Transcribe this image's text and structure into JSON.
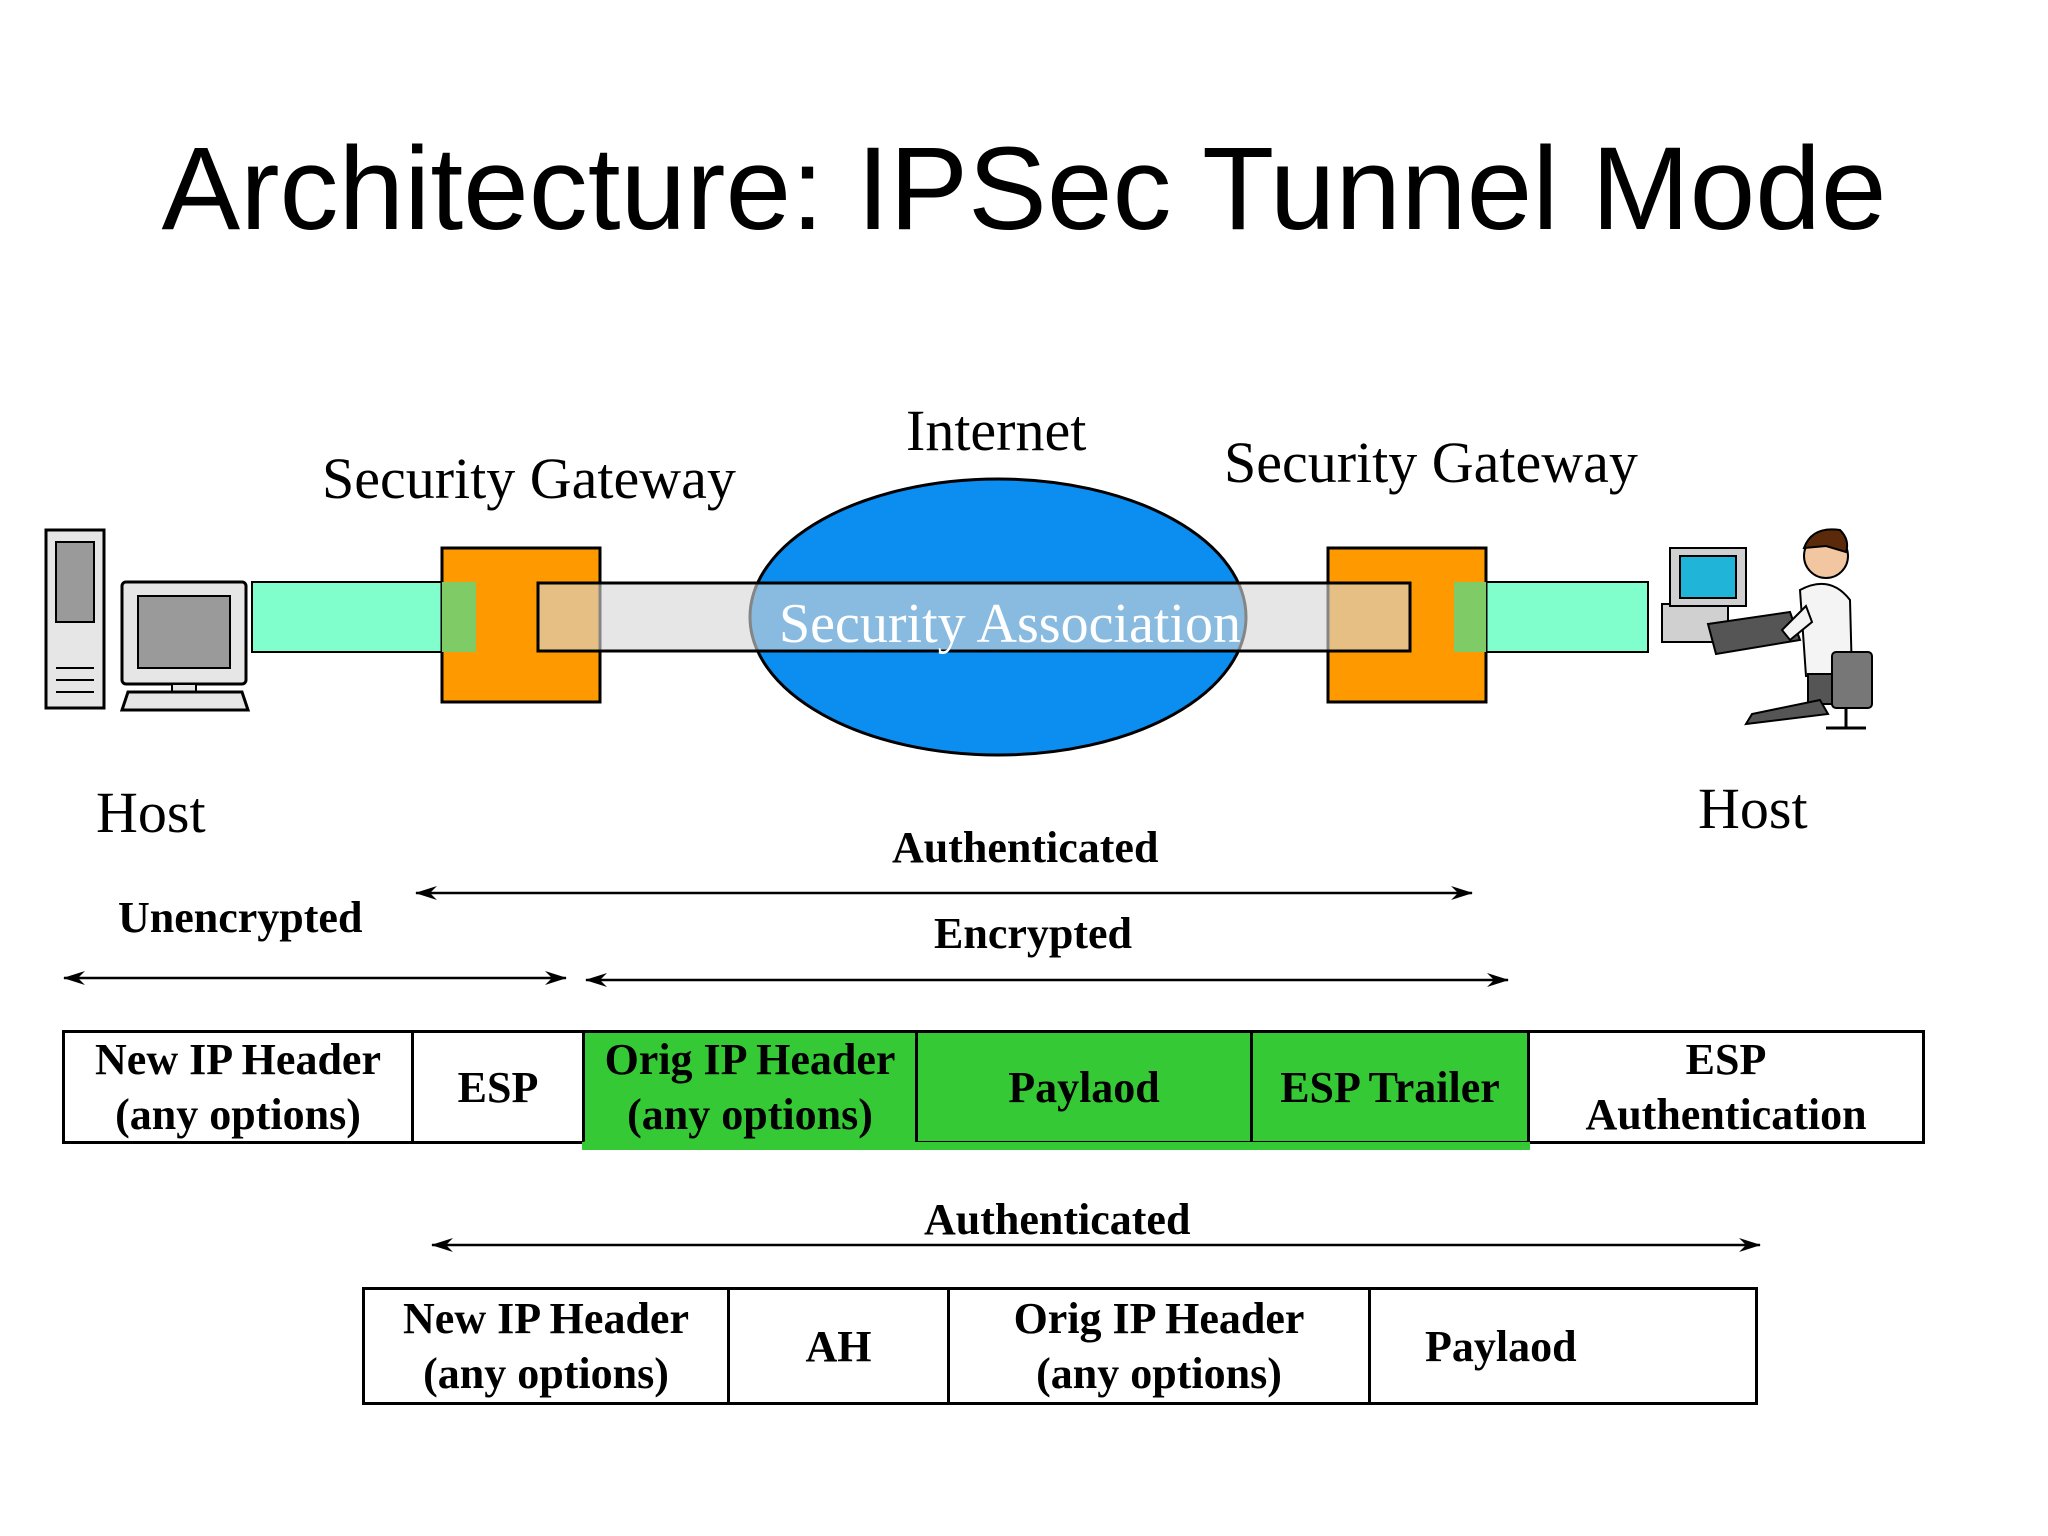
{
  "title": "Architecture: IPSec Tunnel Mode",
  "network": {
    "internet_label": "Internet",
    "left_gateway_label": "Security Gateway",
    "right_gateway_label": "Security Gateway",
    "sa_label": "Security Association",
    "left_host_label": "Host",
    "right_host_label": "Host"
  },
  "esp_packet": {
    "authenticated_label": "Authenticated",
    "unencrypted_label": "Unencrypted",
    "encrypted_label": "Encrypted",
    "cells": [
      {
        "line1": "New IP Header",
        "line2": "(any options)"
      },
      {
        "line1": "ESP",
        "line2": ""
      },
      {
        "line1": "Orig IP Header",
        "line2": "(any options)"
      },
      {
        "line1": "Paylaod",
        "line2": ""
      },
      {
        "line1": "ESP Trailer",
        "line2": ""
      },
      {
        "line1": "ESP",
        "line2": "Authentication"
      }
    ]
  },
  "ah_packet": {
    "authenticated_label": "Authenticated",
    "cells": [
      {
        "line1": "New IP Header",
        "line2": "(any options)"
      },
      {
        "line1": "AH",
        "line2": ""
      },
      {
        "line1": "Orig IP Header",
        "line2": "(any options)"
      },
      {
        "line1": "Paylaod",
        "line2": ""
      }
    ]
  },
  "colors": {
    "tunnel_inner": "#80ffcc",
    "gateway": "#ff9900",
    "internet": "#0b8ef0",
    "sa_band": "#d6d6d6",
    "encrypted_cells": "#35c935"
  }
}
